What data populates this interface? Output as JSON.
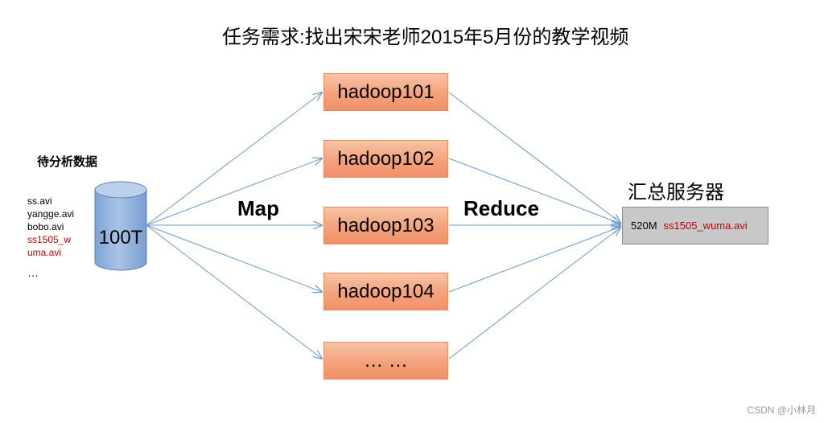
{
  "title": "任务需求:找出宋宋老师2015年5月份的教学视频",
  "data_section": {
    "heading": "待分析数据",
    "files": [
      {
        "text": "ss.avi",
        "highlight": false
      },
      {
        "text": "yangge.avi",
        "highlight": false
      },
      {
        "text": "bobo.avi",
        "highlight": false
      },
      {
        "text": "ss1505_w",
        "highlight": true
      },
      {
        "text": "uma.avi",
        "highlight": true
      },
      {
        "text": "…",
        "highlight": false
      }
    ],
    "cylinder_label": "100T"
  },
  "phases": {
    "map": "Map",
    "reduce": "Reduce"
  },
  "nodes": [
    "hadoop101",
    "hadoop102",
    "hadoop103",
    "hadoop104",
    "… …"
  ],
  "server": {
    "label": "汇总服务器",
    "size": "520M",
    "file": "ss1505_wuma.avi"
  },
  "watermark": "CSDN @小林月",
  "colors": {
    "node_fill": "#f4a27c",
    "node_border": "#e88c5c",
    "cylinder_fill": "#8fb0dc",
    "arrow": "#6c9bd2",
    "highlight_text": "#c00000",
    "server_fill": "#c8c8c8"
  }
}
